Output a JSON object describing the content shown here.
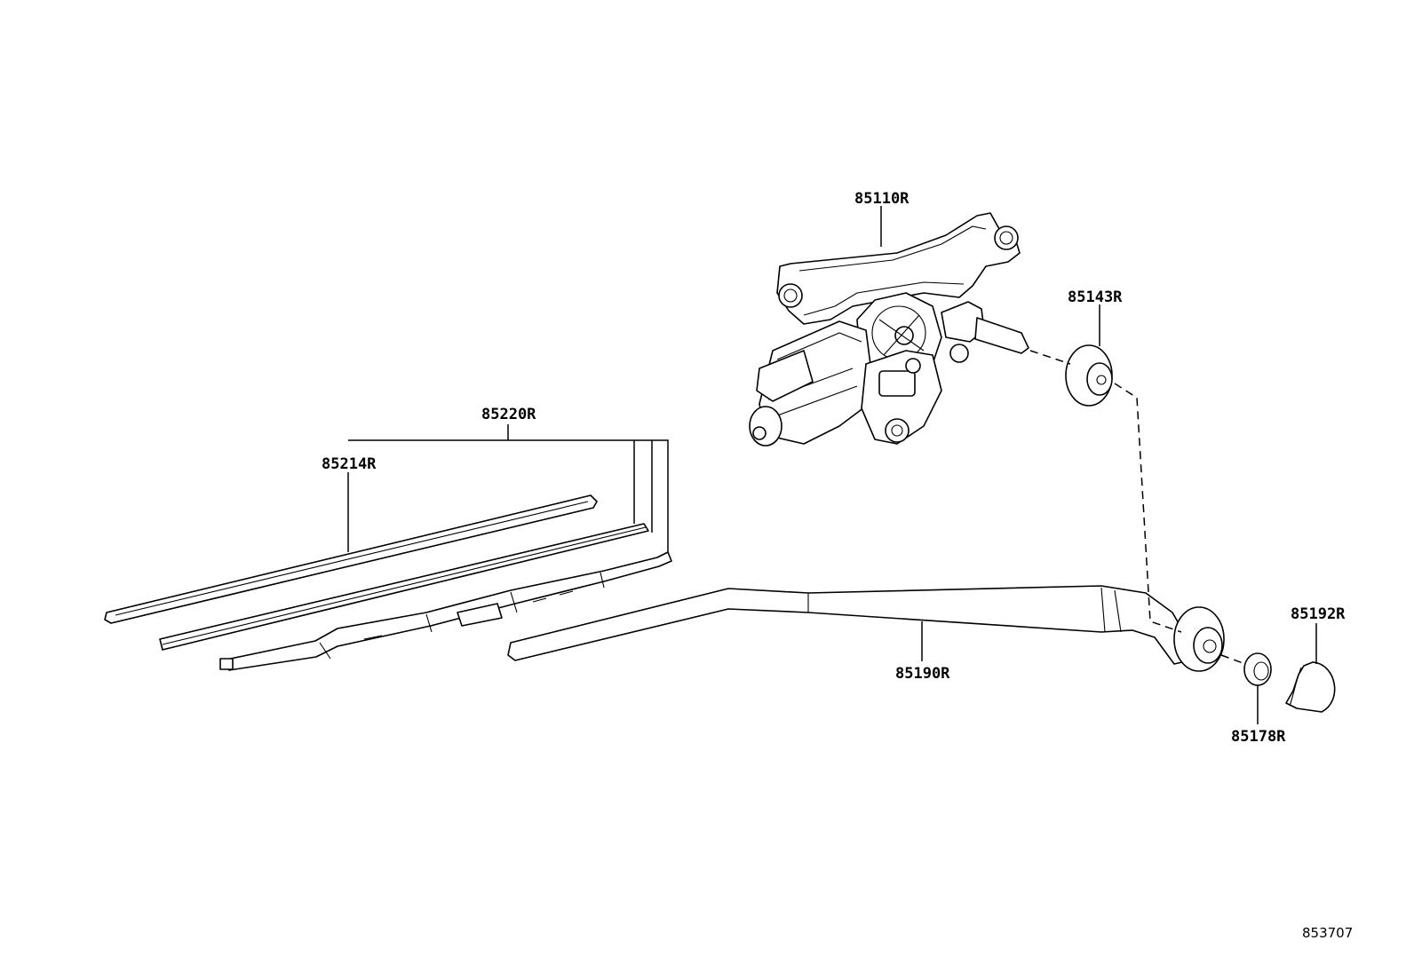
{
  "diagram": {
    "parts": {
      "p85110": "85110R",
      "p85143": "85143R",
      "p85220": "85220R",
      "p85214": "85214R",
      "p85190": "85190R",
      "p85192": "85192R",
      "p85178": "85178R"
    },
    "reference_number": "853707"
  }
}
